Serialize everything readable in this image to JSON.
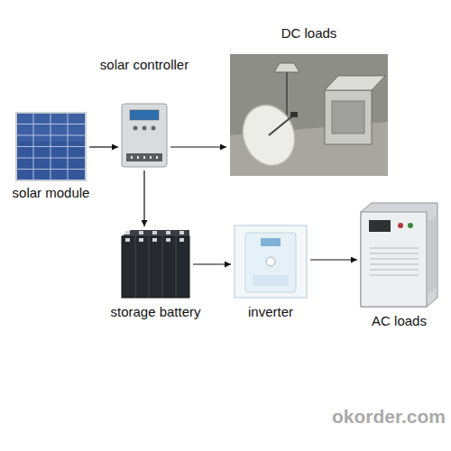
{
  "diagram": {
    "nodes": [
      {
        "text": [
          "solar module"
        ]
      },
      {
        "text": [
          "solar controller"
        ]
      },
      {
        "text": [
          "DC loads"
        ]
      },
      {
        "text": [
          "storage battery"
        ]
      },
      {
        "text": [
          "inverter"
        ]
      },
      {
        "text": [
          "AC loads"
        ]
      }
    ],
    "edges": [
      {
        "from": 0,
        "to": 1,
        "arrow": "to"
      },
      {
        "from": 1,
        "to": 2,
        "arrow": "to"
      },
      {
        "from": 1,
        "to": 3,
        "arrow": "to"
      },
      {
        "from": 3,
        "to": 4,
        "arrow": "to"
      },
      {
        "from": 4,
        "to": 5,
        "arrow": "to"
      }
    ],
    "labels": [
      "okorder.com"
    ]
  }
}
